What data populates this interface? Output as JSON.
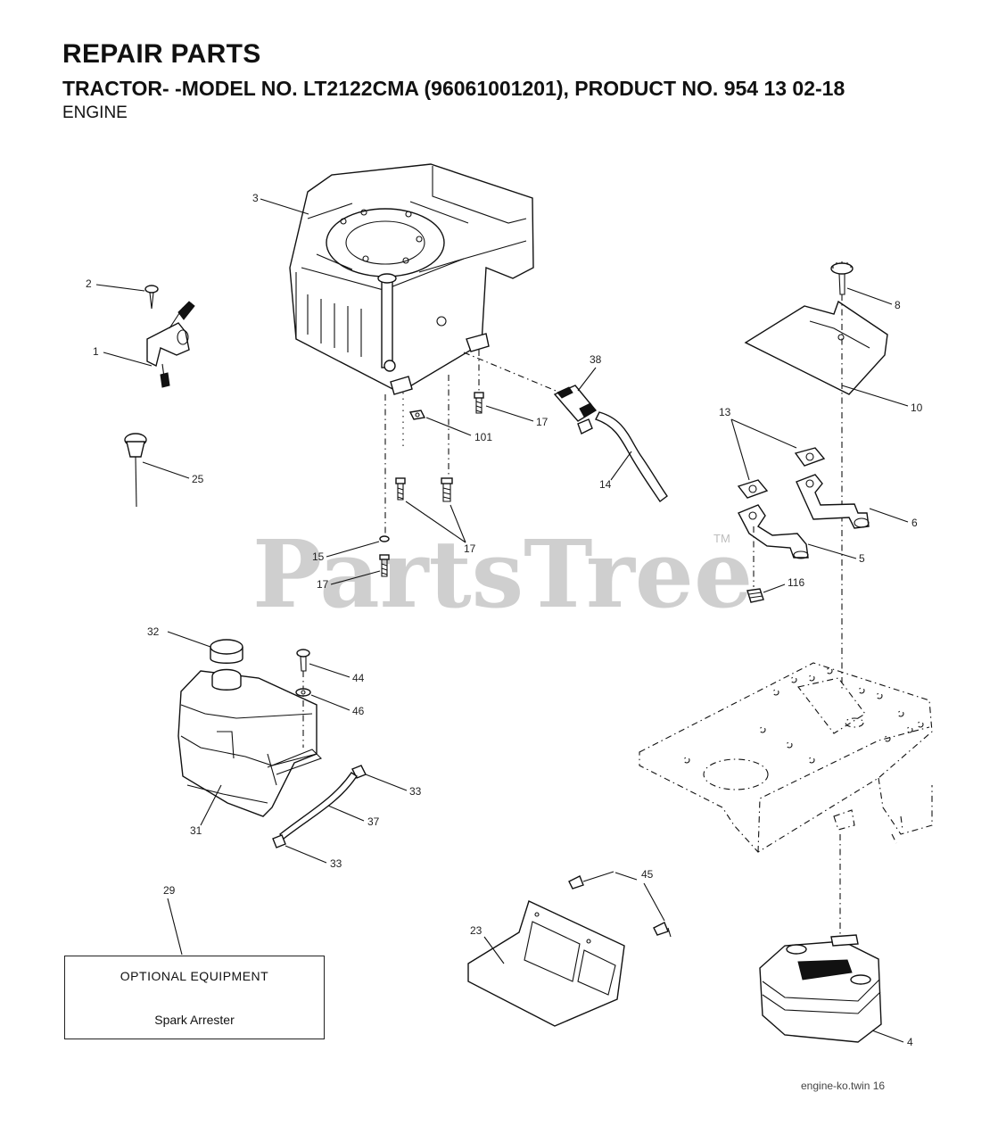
{
  "header": {
    "title": "REPAIR PARTS",
    "model_line": "TRACTOR- -MODEL NO. LT2122CMA (96061001201), PRODUCT NO. 954 13 02-18",
    "section": "ENGINE"
  },
  "watermark": {
    "text": "PartsTree",
    "mark": "TM"
  },
  "optional_equipment": {
    "title": "OPTIONAL EQUIPMENT",
    "item": "Spark Arrester"
  },
  "footer_code": "engine-ko.twin 16",
  "callouts": {
    "c1": "1",
    "c2": "2",
    "c3": "3",
    "c4": "4",
    "c5": "5",
    "c6": "6",
    "c8": "8",
    "c10": "10",
    "c13": "13",
    "c14": "14",
    "c15": "15",
    "c17a": "17",
    "c17b": "17",
    "c17c": "17",
    "c23": "23",
    "c25": "25",
    "c29": "29",
    "c31": "31",
    "c32": "32",
    "c33a": "33",
    "c33b": "33",
    "c37": "37",
    "c38": "38",
    "c44": "44",
    "c45": "45",
    "c46": "46",
    "c101": "101",
    "c116": "116"
  }
}
